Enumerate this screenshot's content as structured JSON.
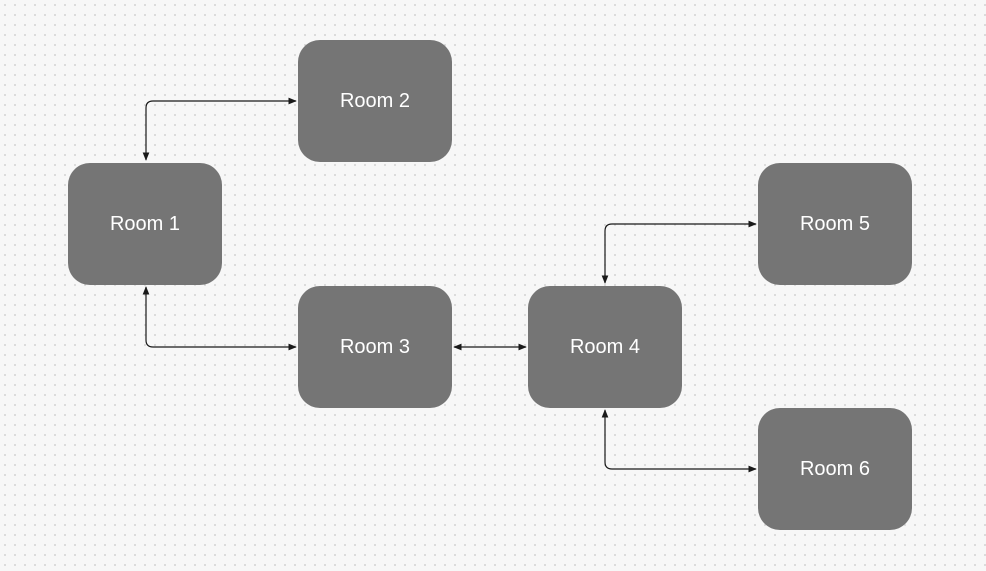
{
  "diagram": {
    "node_color": "#757575",
    "connector_color": "#1a1a1a",
    "nodes": [
      {
        "id": "r1",
        "label": "Room 1"
      },
      {
        "id": "r2",
        "label": "Room 2"
      },
      {
        "id": "r3",
        "label": "Room 3"
      },
      {
        "id": "r4",
        "label": "Room 4"
      },
      {
        "id": "r5",
        "label": "Room 5"
      },
      {
        "id": "r6",
        "label": "Room 6"
      }
    ],
    "edges": [
      {
        "from": "Room 1",
        "to": "Room 2",
        "bidirectional": true
      },
      {
        "from": "Room 1",
        "to": "Room 3",
        "bidirectional": true
      },
      {
        "from": "Room 3",
        "to": "Room 4",
        "bidirectional": true
      },
      {
        "from": "Room 4",
        "to": "Room 5",
        "bidirectional": true
      },
      {
        "from": "Room 4",
        "to": "Room 6",
        "bidirectional": true
      }
    ]
  }
}
